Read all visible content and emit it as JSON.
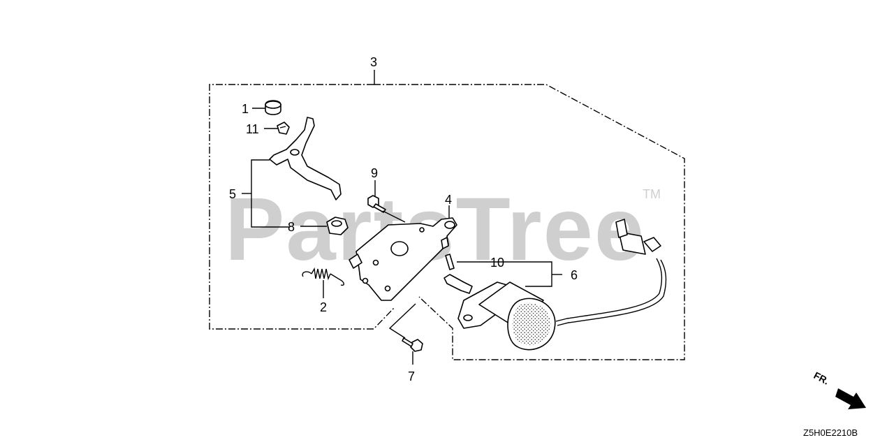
{
  "watermark": {
    "text": "PartsTree",
    "trademark": "TM"
  },
  "diagram_code": "Z5H0E2210B",
  "direction_label": "FR.",
  "callouts": [
    {
      "id": "1",
      "text": "1"
    },
    {
      "id": "2",
      "text": "2"
    },
    {
      "id": "3",
      "text": "3"
    },
    {
      "id": "4",
      "text": "4"
    },
    {
      "id": "5",
      "text": "5"
    },
    {
      "id": "6",
      "text": "6"
    },
    {
      "id": "7",
      "text": "7"
    },
    {
      "id": "8",
      "text": "8"
    },
    {
      "id": "9",
      "text": "9"
    },
    {
      "id": "10",
      "text": "10"
    },
    {
      "id": "11",
      "text": "11"
    }
  ]
}
